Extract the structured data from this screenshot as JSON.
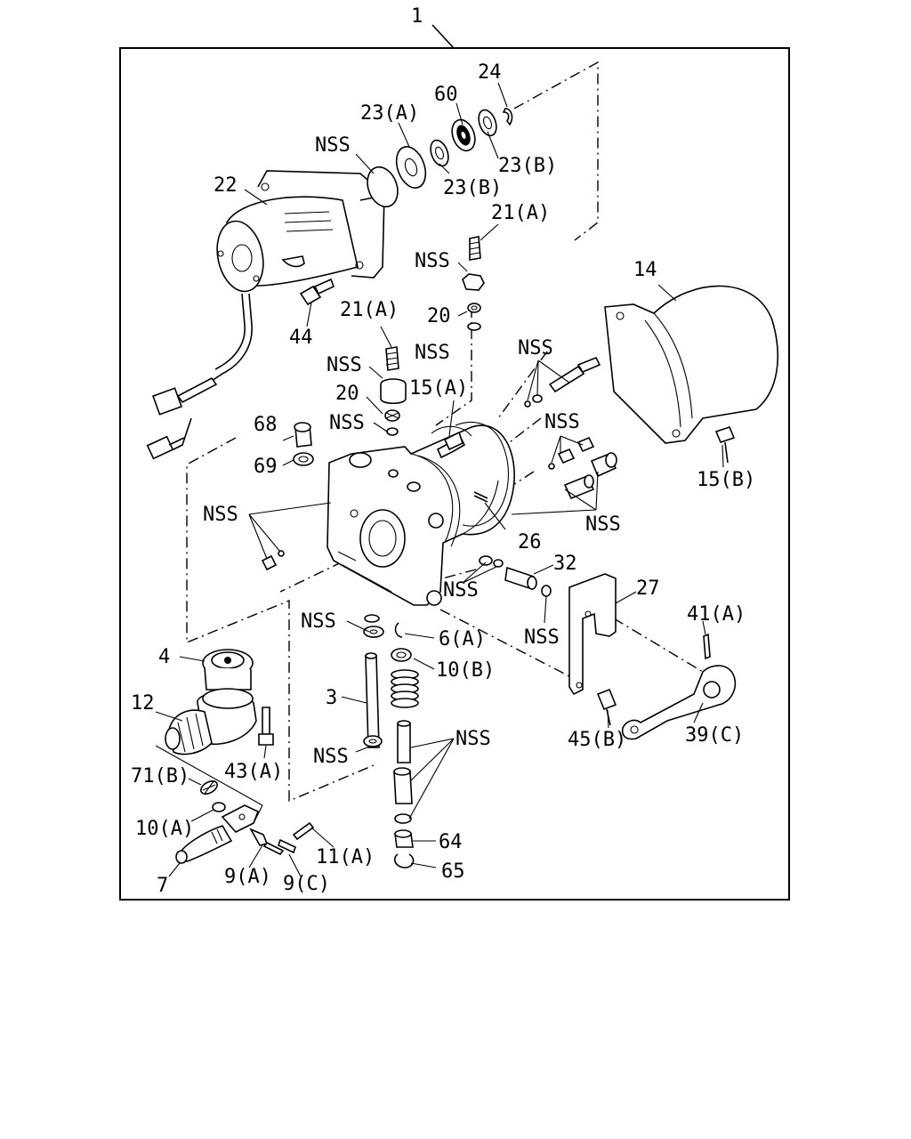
{
  "labels": {
    "l1": "1",
    "l24": "24",
    "l60": "60",
    "l23a": "23(A)",
    "l23b_1": "23(B)",
    "l23b_2": "23(B)",
    "l22": "22",
    "lnss_oring": "NSS",
    "l21a_1": "21(A)",
    "lnss_nut": "NSS",
    "l20_1": "20",
    "lnss_w1": "NSS",
    "l44": "44",
    "l21a_2": "21(A)",
    "lnss_fit2": "NSS",
    "l20_2": "20",
    "lnss_w2": "NSS",
    "l15a": "15(A)",
    "l14": "14",
    "lnss_pin": "NSS",
    "lnss_sp": "NSS",
    "l15b": "15(B)",
    "lnss_rr": "NSS",
    "l68": "68",
    "l69": "69",
    "lnss_left": "NSS",
    "l26": "26",
    "l32": "32",
    "lnss_mid": "NSS",
    "l27": "27",
    "l41a": "41(A)",
    "lnss_or32": "NSS",
    "lnss_bot": "NSS",
    "l6a": "6(A)",
    "l4": "4",
    "l10b": "10(B)",
    "l3": "3",
    "l12": "12",
    "l45b": "45(B)",
    "l39c": "39(C)",
    "lnss_stack": "NSS",
    "l43a": "43(A)",
    "lnss_wash3": "NSS",
    "l71b": "71(B)",
    "l10a": "10(A)",
    "l64": "64",
    "l11a": "11(A)",
    "l65": "65",
    "l7": "7",
    "l9a": "9(A)",
    "l9c": "9(C)"
  }
}
